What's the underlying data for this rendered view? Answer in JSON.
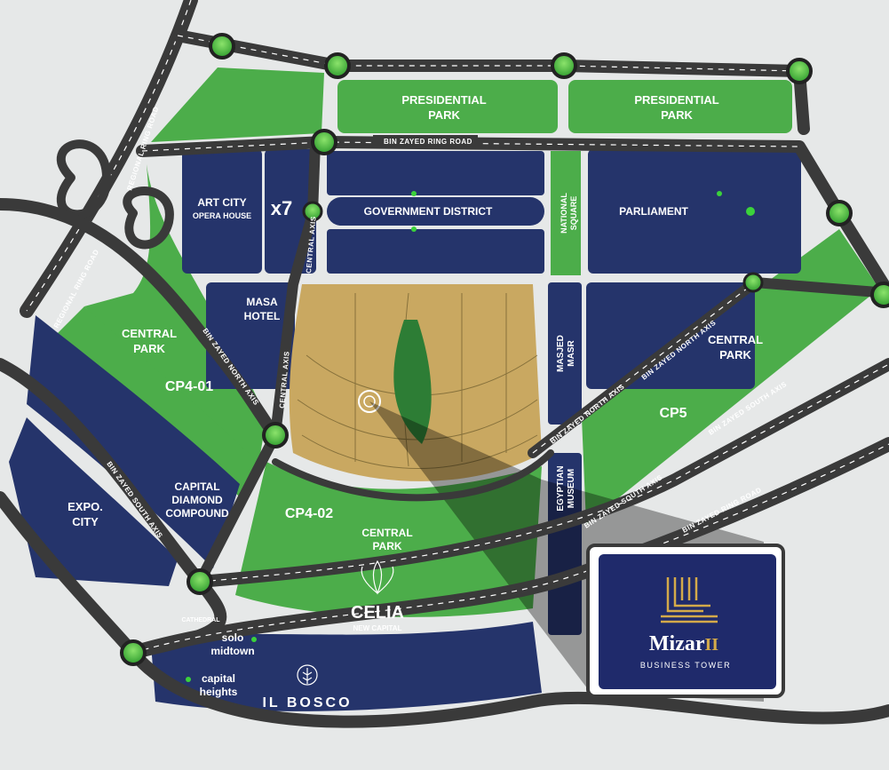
{
  "roads": {
    "regional_ring_road": "REGIONAL RING ROAD",
    "bin_zayed_ring_road": "BIN ZAYED RING ROAD",
    "central_axis": "CENTRAL AXIS",
    "bin_zayed_north_axis": "BIN ZAYED NORTH AXIS",
    "bin_zayed_south_axis": "BIN ZAYED SOUTH AXIS"
  },
  "districts": {
    "presidential_park_1": [
      "PRESIDENTIAL",
      "PARK"
    ],
    "presidential_park_2": [
      "PRESIDENTIAL",
      "PARK"
    ],
    "art_city": [
      "ART CITY",
      "OPERA HOUSE"
    ],
    "x7": "x7",
    "government_district": "GOVERNMENT DISTRICT",
    "national_square": [
      "NATIONAL",
      "SQUARE"
    ],
    "parliament": "PARLIAMENT",
    "masa_hotel": [
      "MASA",
      "HOTEL"
    ],
    "central_park_west": [
      "CENTRAL",
      "PARK"
    ],
    "cp4_01": "CP4-01",
    "masjed_masr": [
      "MASJED",
      "MASR"
    ],
    "central_park_east": [
      "CENTRAL",
      "PARK"
    ],
    "cp5": "CP5",
    "egyptian_museum": [
      "EGYPTIAN",
      "MUSEUM"
    ],
    "expo_city": [
      "EXPO.",
      "CITY"
    ],
    "capital_diamond": [
      "CAPITAL",
      "DIAMOND",
      "COMPOUND"
    ],
    "cp4_02": "CP4-02",
    "central_park_south": [
      "CENTRAL",
      "PARK"
    ],
    "celia": "CELIA",
    "celia_sub": "NEW CAPITAL",
    "cathedral": "CATHEDRAL",
    "solo_midtown": [
      "solo",
      "midtown"
    ],
    "capital_heights": [
      "capital",
      "heights"
    ],
    "il_bosco": "IL BOSCO"
  },
  "callout": {
    "brand": "Mizar",
    "brand_suffix": "II",
    "subtitle": "BUSINESS TOWER"
  },
  "colors": {
    "block": "#25346b",
    "park": "#4cad4a",
    "gold": "#c9a861",
    "road": "#3a3a3a",
    "background": "#e9ebeb",
    "callout_bg": "#1f2a6b",
    "callout_gold": "#d4aa4a"
  },
  "icons": {
    "mizar_logo": "mizar-tower-logo",
    "il_bosco_logo": "tree-leaf-icon",
    "celia_logo": "lotus-icon",
    "location_marker": "target-marker-icon"
  }
}
